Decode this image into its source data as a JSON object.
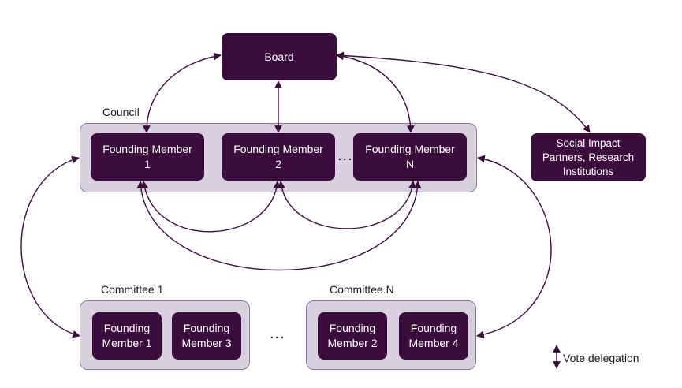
{
  "board": {
    "label": "Board"
  },
  "council": {
    "title": "Council",
    "members": [
      {
        "line1": "Founding Member",
        "line2": "1"
      },
      {
        "line1": "Founding Member",
        "line2": "2"
      },
      {
        "line1": "Founding Member",
        "line2": "N"
      }
    ],
    "ellipsis": "..."
  },
  "partners": {
    "line1": "Social Impact",
    "line2": "Partners, Research",
    "line3": "Institutions"
  },
  "committee1": {
    "title": "Committee 1",
    "members": [
      {
        "line1": "Founding",
        "line2": "Member 1"
      },
      {
        "line1": "Founding",
        "line2": "Member 3"
      }
    ]
  },
  "committee_ellipsis": "...",
  "committeeN": {
    "title": "Committee N",
    "members": [
      {
        "line1": "Founding",
        "line2": "Member 2"
      },
      {
        "line1": "Founding",
        "line2": "Member 4"
      }
    ]
  },
  "legend": {
    "label": "Vote delegation"
  },
  "colors": {
    "box": "#3b0d3d",
    "group_fill": "#d8d0df",
    "group_border": "#8f7a9c",
    "arrow": "#3b0d3d"
  }
}
